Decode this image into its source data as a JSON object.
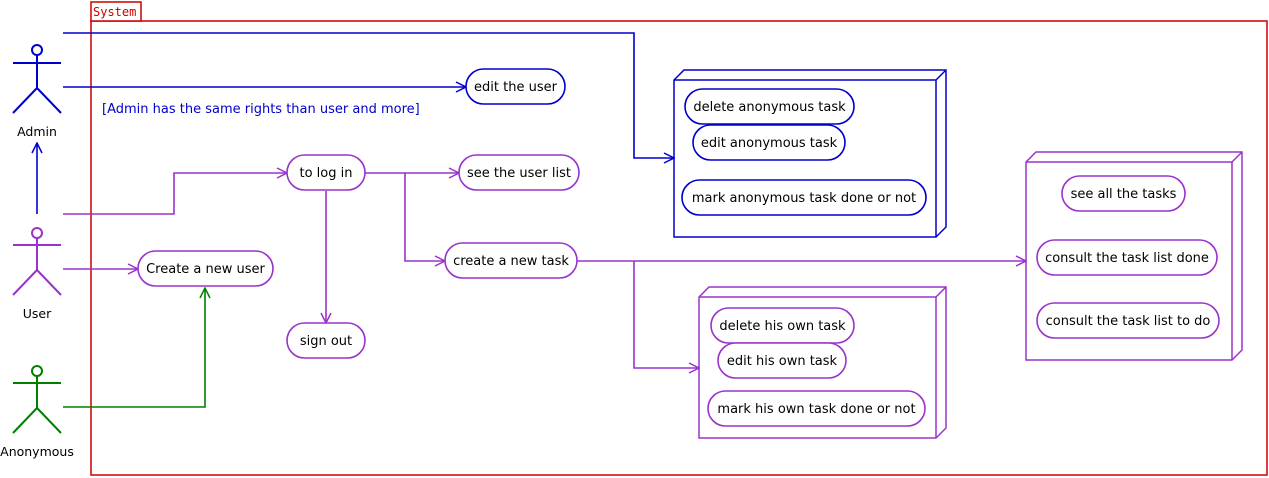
{
  "system": {
    "label": "System"
  },
  "actors": {
    "admin": "Admin",
    "user": "User",
    "anonymous": "Anonymous"
  },
  "note": "[Admin has the same rights than user and more]",
  "use_cases": {
    "edit_user": "edit the user",
    "log_in": "to log in",
    "see_user_list": "see the user list",
    "create_user": "Create a new user",
    "create_task": "create a new task",
    "sign_out": "sign out",
    "delete_anon_task": "delete anonymous task",
    "edit_anon_task": "edit anonymous task",
    "mark_anon_task": "mark anonymous task done or not",
    "see_all_tasks": "see all the tasks",
    "consult_done": "consult the task list done",
    "consult_todo": "consult the task list to do",
    "delete_own_task": "delete his own task",
    "edit_own_task": "edit his own task",
    "mark_own_task": "mark his own task done or not"
  },
  "colors": {
    "system": "#cc0000",
    "admin": "#0000cc",
    "user": "#9933cc",
    "anonymous": "#008000"
  }
}
